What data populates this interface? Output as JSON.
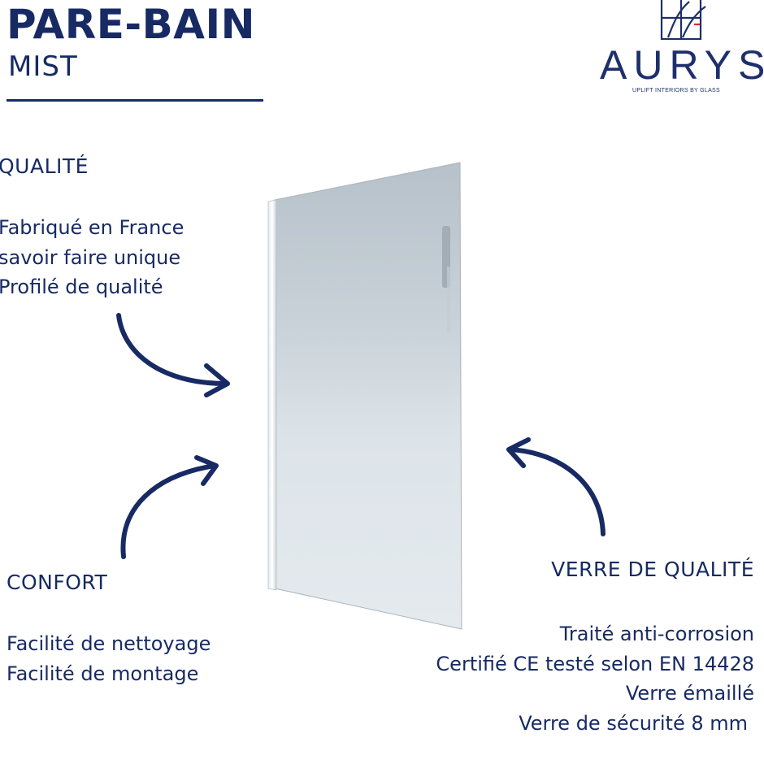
{
  "header": {
    "title": "PARE-BAIN",
    "subtitle": "MIST"
  },
  "logo": {
    "name": "AURYS",
    "tagline": "UPLIFT INTERIORS BY GLASS",
    "icon": "window-frame-logo-icon"
  },
  "sections": {
    "qualite": {
      "heading": "QUALITÉ",
      "items": [
        "Fabriqué en France",
        "savoir faire unique",
        "Profilé de qualité"
      ]
    },
    "confort": {
      "heading": "CONFORT",
      "items": [
        "Facilité de nettoyage",
        "Facilité de montage"
      ]
    },
    "verre": {
      "heading": "VERRE DE QUALITÉ",
      "items": [
        "Traité anti-corrosion",
        "Certifié CE testé selon EN 14428",
        "Verre émaillé",
        "Verre de sécurité 8 mm"
      ]
    }
  },
  "colors": {
    "navy": "#172a63",
    "accent_red": "#d62b3a"
  },
  "product_image": "frosted-glass-shower-screen"
}
